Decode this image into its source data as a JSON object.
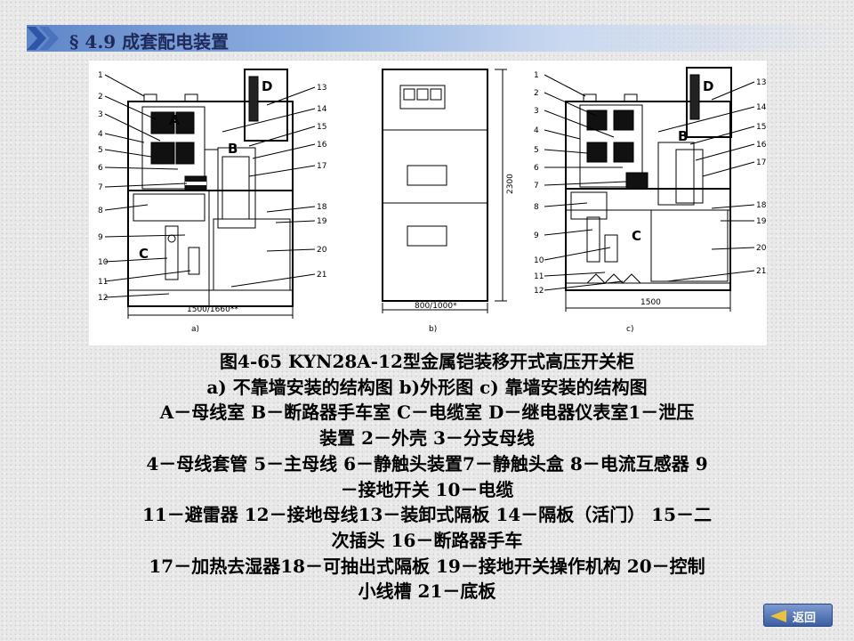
{
  "header": {
    "title": "§ 4.9 成套配电装置",
    "accent_color": "#6f93d3"
  },
  "figure": {
    "panel_a": {
      "caption": "a)",
      "width_dim": "1500/1660**",
      "compartments": [
        "A",
        "B",
        "C",
        "D"
      ],
      "callouts_left": [
        "1",
        "2",
        "3",
        "4",
        "5",
        "6",
        "7",
        "8",
        "9",
        "10",
        "11",
        "12"
      ],
      "callouts_right": [
        "13",
        "14",
        "15",
        "16",
        "17",
        "18",
        "19",
        "20",
        "21"
      ]
    },
    "panel_b": {
      "caption": "b)",
      "width_dim": "800/1000*",
      "height_dim": "2300"
    },
    "panel_c": {
      "caption": "c)",
      "width_dim": "1500",
      "compartments": [
        "B",
        "C",
        "D"
      ],
      "callouts_left": [
        "1",
        "2",
        "3",
        "4",
        "5",
        "6",
        "7",
        "8",
        "9",
        "10",
        "11",
        "12"
      ],
      "callouts_right": [
        "13",
        "14",
        "15",
        "16",
        "17",
        "18",
        "19",
        "20",
        "21"
      ]
    }
  },
  "caption": {
    "lines": [
      "图4-65 KYN28A-12型金属铠装移开式高压开关柜",
      "a) 不靠墙安装的结构图 b)外形图 c) 靠墙安装的结构图",
      "A－母线室 B－断路器手车室 C－电缆室 D－继电器仪表室1－泄压",
      "装置 2－外壳 3－分支母线",
      "4－母线套管 5－主母线 6－静触头装置7－静触头盒 8－电流互感器 9",
      "－接地开关 10－电缆",
      "11－避雷器 12－接地母线13－装卸式隔板 14－隔板（活门） 15－二",
      "次插头 16－断路器手车",
      "17－加热去湿器18－可抽出式隔板 19－接地开关操作机构 20－控制",
      "小线槽 21－底板"
    ]
  },
  "nav": {
    "back_label": "返回",
    "back_color": "#3b5ea3",
    "arrow_color": "#e8c23a",
    "icon": "back-arrow-icon"
  }
}
